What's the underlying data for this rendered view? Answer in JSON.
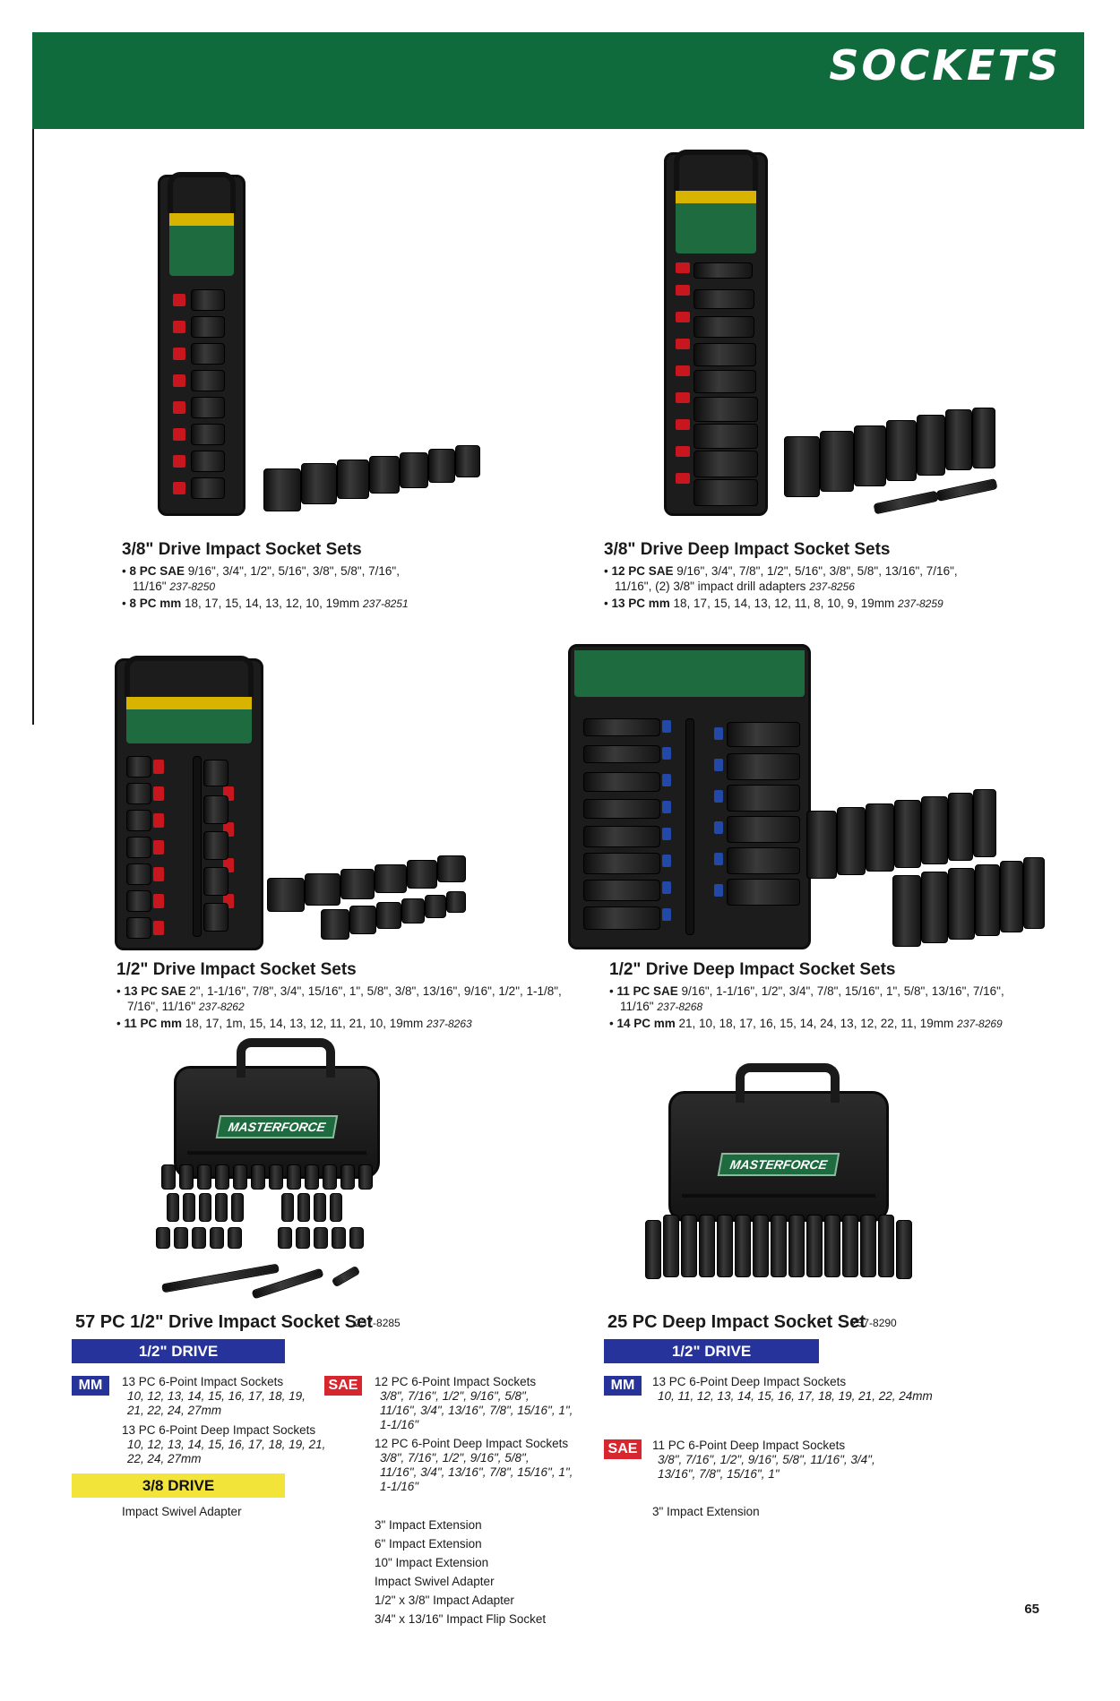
{
  "header": {
    "title": "SOCKETS"
  },
  "products": [
    {
      "title": "3/8\" Drive Impact Socket Sets",
      "lines": [
        {
          "bullet": "• ",
          "label": "8 PC SAE",
          "text": "9/16\", 3/4\", 1/2\", 5/16\", 3/8\", 5/8\", 7/16\",",
          "sku": ""
        },
        {
          "bullet": "",
          "label": "",
          "text": "11/16\"",
          "sku": "237-8250"
        },
        {
          "bullet": "• ",
          "label": "8 PC mm",
          "text": "18, 17, 15, 14, 13, 12, 10, 19mm",
          "sku": "237-8251"
        }
      ]
    },
    {
      "title": "3/8\" Drive Deep Impact Socket Sets",
      "lines": [
        {
          "bullet": "• ",
          "label": "12 PC SAE",
          "text": "9/16\", 3/4\", 7/8\", 1/2\", 5/16\", 3/8\", 5/8\", 13/16\", 7/16\",",
          "sku": ""
        },
        {
          "bullet": "",
          "label": "",
          "text": "11/16\", (2) 3/8\" impact drill adapters",
          "sku": "237-8256"
        },
        {
          "bullet": "• ",
          "label": "13 PC mm",
          "text": "18, 17, 15, 14, 13, 12, 11, 8, 10, 9, 19mm",
          "sku": "237-8259"
        }
      ]
    },
    {
      "title": "1/2\" Drive Impact Socket Sets",
      "lines": [
        {
          "bullet": "• ",
          "label": "13 PC SAE",
          "text": "2\", 1-1/16\", 7/8\", 3/4\", 15/16\", 1\", 5/8\", 3/8\", 13/16\", 9/16\", 1/2\", 1-1/8\",",
          "sku": ""
        },
        {
          "bullet": "",
          "label": "",
          "text": "7/16\", 11/16\"",
          "sku": "237-8262"
        },
        {
          "bullet": "• ",
          "label": "11 PC mm",
          "text": "18, 17, 1m, 15, 14, 13, 12, 11, 21, 10, 19mm",
          "sku": "237-8263"
        }
      ]
    },
    {
      "title": "1/2\" Drive Deep Impact Socket Sets",
      "lines": [
        {
          "bullet": "• ",
          "label": "11 PC SAE",
          "text": "9/16\", 1-1/16\", 1/2\", 3/4\", 7/8\", 15/16\", 1\", 5/8\", 13/16\", 7/16\",",
          "sku": ""
        },
        {
          "bullet": "",
          "label": "",
          "text": "11/16\"",
          "sku": "237-8268"
        },
        {
          "bullet": "• ",
          "label": "14 PC mm",
          "text": "21, 10, 18, 17, 16, 15, 14, 24, 13, 12, 22, 11, 19mm",
          "sku": "237-8269"
        }
      ]
    }
  ],
  "kit57": {
    "title": "57 PC 1/2\" Drive Impact Socket Set",
    "sku": "237-8285",
    "drive_bar": "1/2\" DRIVE",
    "mm_tag": "MM",
    "mm_items": [
      {
        "desc": "13 PC 6-Point Impact Sockets",
        "sizes1": "10, 12, 13, 14, 15, 16, 17, 18, 19,",
        "sizes2": "21, 22, 24, 27mm"
      },
      {
        "desc": "13 PC 6-Point Deep Impact Sockets",
        "sizes1": "10, 12, 13, 14, 15, 16, 17, 18, 19, 21,",
        "sizes2": "22, 24, 27mm"
      }
    ],
    "drive_bar2": "3/8 DRIVE",
    "adapter": "Impact Swivel Adapter",
    "sae_tag": "SAE",
    "sae_items": [
      {
        "desc": "12 PC 6-Point Impact Sockets",
        "sizes1": "3/8\", 7/16\", 1/2\", 9/16\", 5/8\",",
        "sizes2": "11/16\", 3/4\", 13/16\", 7/8\", 15/16\", 1\",",
        "sizes3": "1-1/16\""
      },
      {
        "desc": "12 PC 6-Point Deep Impact Sockets",
        "sizes1": "3/8\", 7/16\", 1/2\", 9/16\", 5/8\",",
        "sizes2": "11/16\", 3/4\", 13/16\", 7/8\", 15/16\", 1\",",
        "sizes3": "1-1/16\""
      }
    ],
    "accessories": [
      "3\" Impact Extension",
      "6\" Impact Extension",
      "10\" Impact Extension",
      "Impact Swivel Adapter",
      "1/2\" x 3/8\" Impact Adapter",
      "3/4\" x 13/16\" Impact Flip Socket"
    ],
    "case_logo": "MASTERFORCE"
  },
  "kit25": {
    "title": "25 PC Deep Impact Socket Set",
    "sku": "237-8290",
    "drive_bar": "1/2\" DRIVE",
    "mm_tag": "MM",
    "mm_item": {
      "desc": "13 PC 6-Point Deep Impact Sockets",
      "sizes1": "10, 11, 12, 13, 14, 15, 16, 17, 18, 19, 21, 22, 24mm"
    },
    "sae_tag": "SAE",
    "sae_item": {
      "desc": "11 PC 6-Point Deep Impact Sockets",
      "sizes1": "3/8\", 7/16\", 1/2\", 9/16\", 5/8\", 11/16\", 3/4\",",
      "sizes2": "13/16\", 7/8\", 15/16\", 1\""
    },
    "accessory": "3\" Impact Extension",
    "case_logo": "MASTERFORCE"
  },
  "footer": {
    "page_number": "65"
  },
  "colors": {
    "brand_green": "#0f6b3b",
    "drive_blue": "#26339a",
    "sae_red": "#d8262e",
    "drive_yellow": "#f3e43a"
  }
}
